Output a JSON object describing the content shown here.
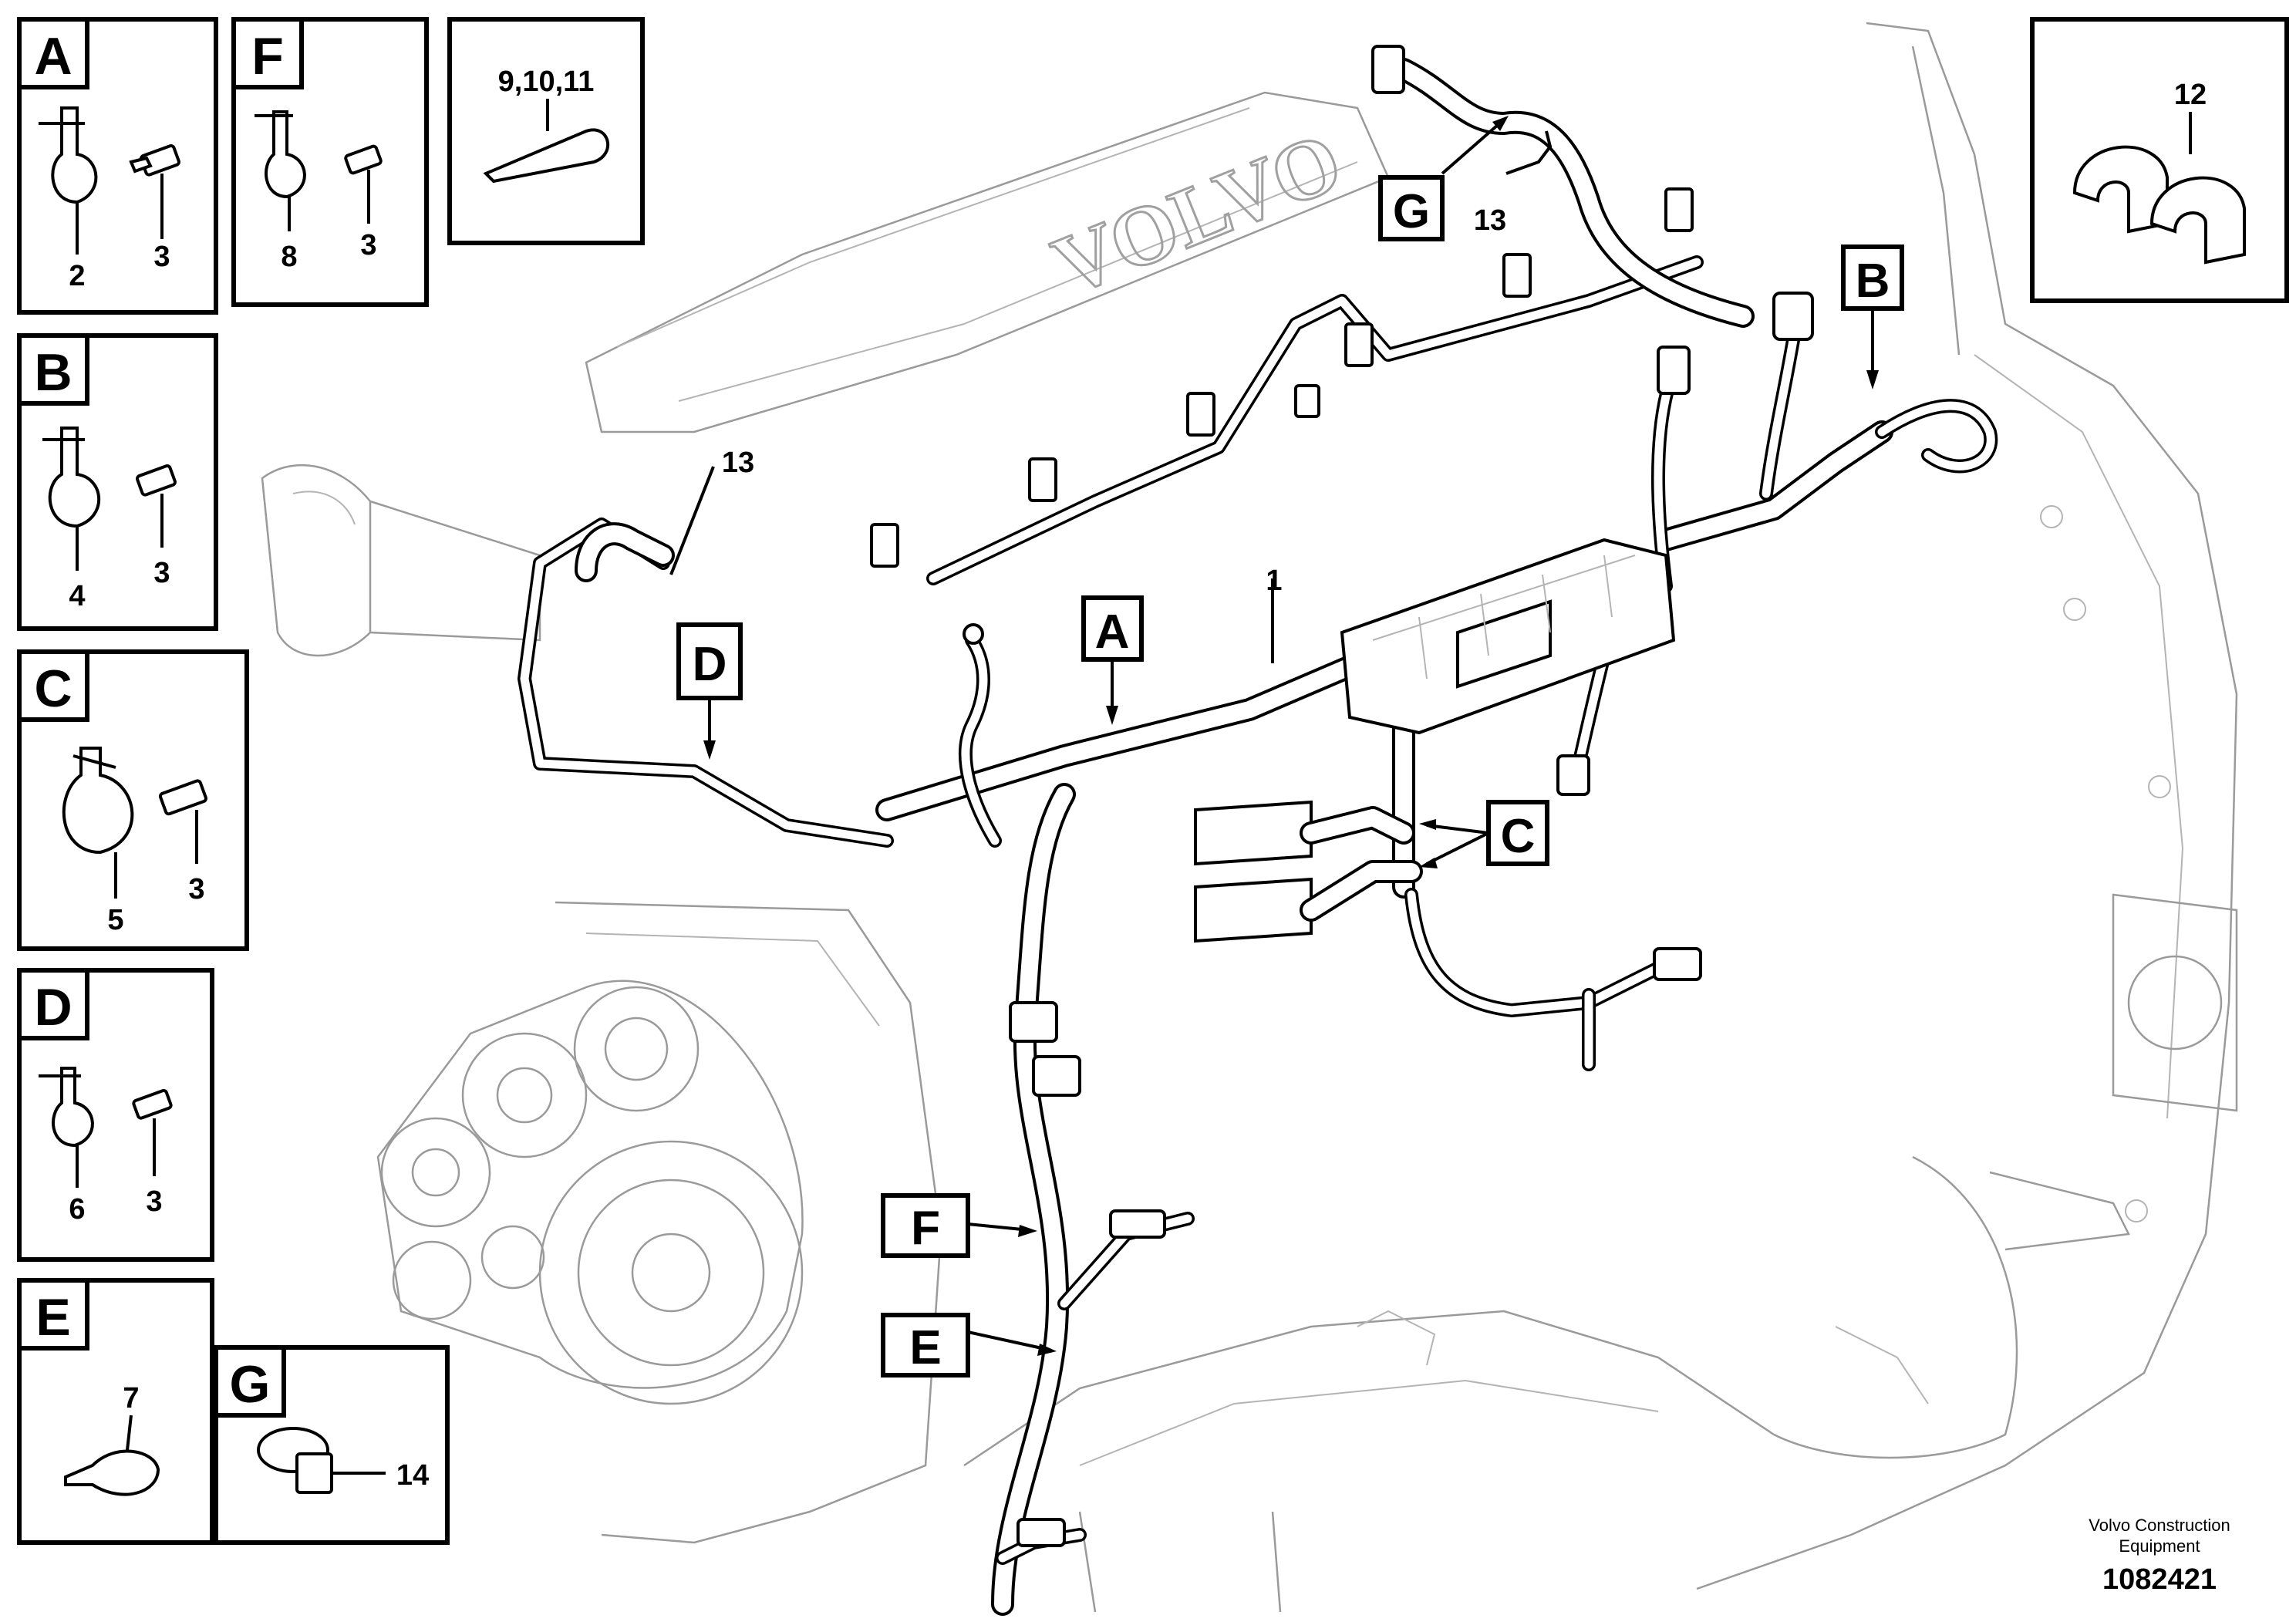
{
  "detail_boxes": [
    {
      "id": "A",
      "letter": "A",
      "parts": [
        "2",
        "3"
      ]
    },
    {
      "id": "F",
      "letter": "F",
      "parts": [
        "8",
        "3"
      ]
    },
    {
      "id": "cable-tie",
      "letter": "",
      "parts": [
        "9,10,11"
      ]
    },
    {
      "id": "B",
      "letter": "B",
      "parts": [
        "4",
        "3"
      ]
    },
    {
      "id": "C",
      "letter": "C",
      "parts": [
        "5",
        "3"
      ]
    },
    {
      "id": "D",
      "letter": "D",
      "parts": [
        "6",
        "3"
      ]
    },
    {
      "id": "E",
      "letter": "E",
      "parts": [
        "7"
      ]
    },
    {
      "id": "G",
      "letter": "G",
      "parts": [
        "14"
      ]
    },
    {
      "id": "clip",
      "letter": "",
      "parts": [
        "12"
      ]
    }
  ],
  "callouts": {
    "A": "A",
    "B": "B",
    "C": "C",
    "D": "D",
    "E": "E",
    "F": "F",
    "G": "G"
  },
  "part_numbers": {
    "harness": "1",
    "hose_left": "13",
    "hose_top": "13"
  },
  "engine_text": "VOLVO",
  "footer": {
    "company_line1": "Volvo Construction",
    "company_line2": "Equipment",
    "drawing_number": "1082421"
  }
}
